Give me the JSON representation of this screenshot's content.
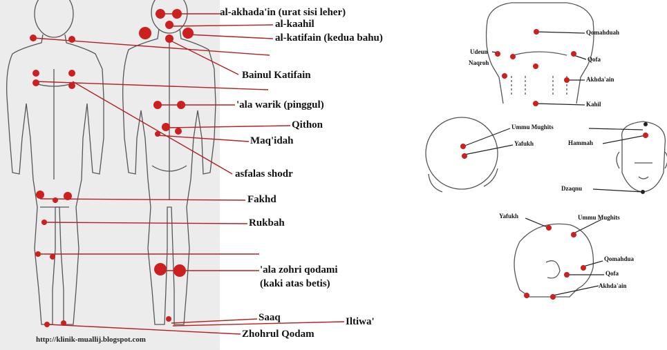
{
  "body_labels": [
    "al-akhada'in (urat sisi leher)",
    "al-kaahil",
    "al-katifain (kedua bahu)",
    "Bainul Katifain",
    "'ala warik (pinggul)",
    "Qithon",
    "Maq'idah",
    "asfalas shodr",
    "Fakhd",
    "Rukbah",
    "'ala zohri qodami",
    "(kaki atas betis)",
    "Saaq",
    "Iltiwa'",
    "Zhohrul Qodam"
  ],
  "neck_labels": [
    "Udeun",
    "Naqroh",
    "Qomahduah",
    "Qofa",
    "Akhda'ain",
    "Kahil"
  ],
  "head_top_labels": [
    "Ummu Mughits",
    "Yafukh",
    "Hammah",
    "Dzaqnu"
  ],
  "head_side_labels": [
    "Yafukh",
    "Ummu Mughits",
    "Qomahdua",
    "Qofa",
    "Akhda'ain"
  ],
  "watermark": "http://klinik-muallij.blogspot.com",
  "colors": {
    "dot": "#cc1f1f",
    "line": "#b32020",
    "photo_bg": "#ececec",
    "sketch": "#555555"
  }
}
